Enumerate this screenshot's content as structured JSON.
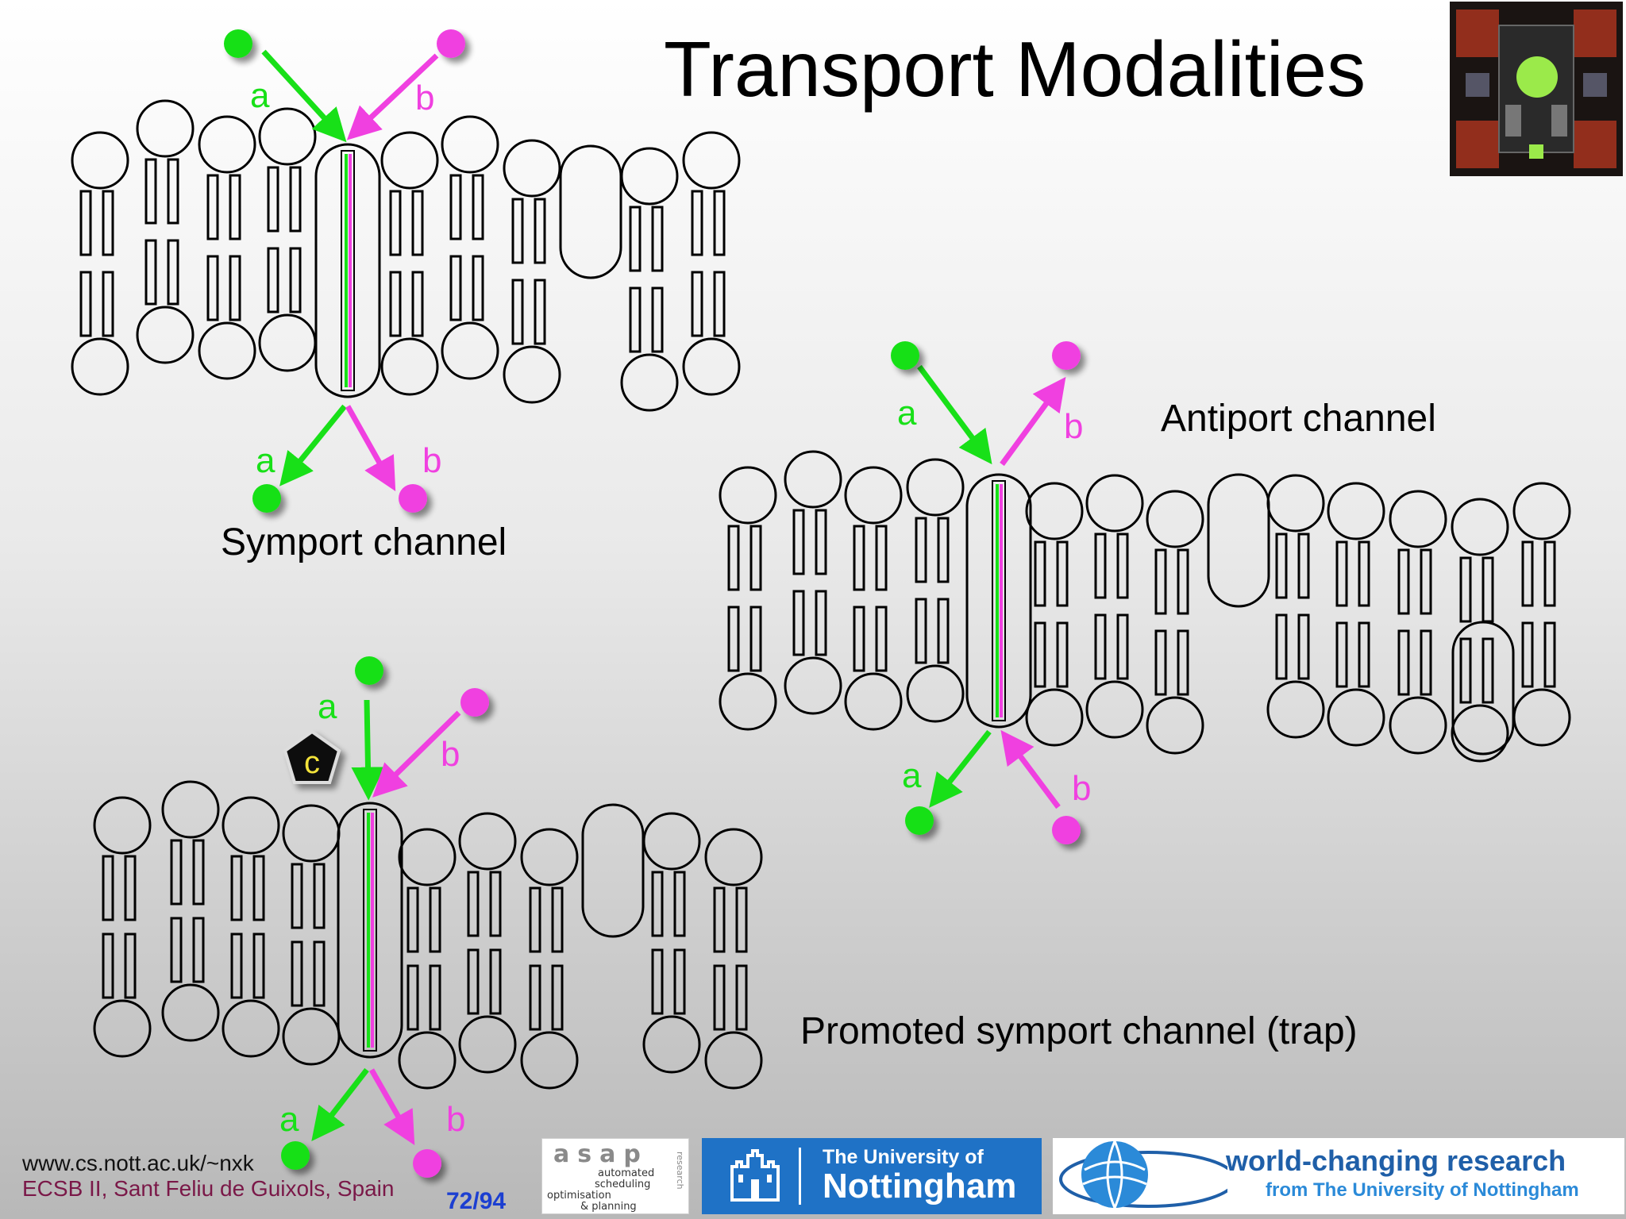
{
  "slide": {
    "title": "Transport Modalities",
    "captions": {
      "symport": "Symport channel",
      "antiport": "Antiport channel",
      "promoted": "Promoted symport channel (trap)"
    },
    "molecule_labels": {
      "a": "a",
      "b": "b",
      "c": "c"
    },
    "colors": {
      "molecule_a": "#18e018",
      "molecule_b": "#f040e0",
      "molecule_c": "#111111",
      "molecule_c_text": "#f2e23a",
      "page_number": "#1c3fd1",
      "conference_text": "#7a1848"
    }
  },
  "footer": {
    "url": "www.cs.nott.ac.uk/~nxk",
    "conference": "ECSB II, Sant Feliu de Guixols, Spain",
    "page": "72/94"
  },
  "logos": {
    "asap": {
      "word": "asap",
      "line1": "automated",
      "line2": "scheduling",
      "line3": "optimisation",
      "line4": "& planning",
      "research": "research"
    },
    "nottingham": {
      "small": "The University of",
      "big": "Nottingham"
    },
    "world_changing": {
      "main": "world-changing research",
      "sub": "from The University of Nottingham"
    }
  }
}
